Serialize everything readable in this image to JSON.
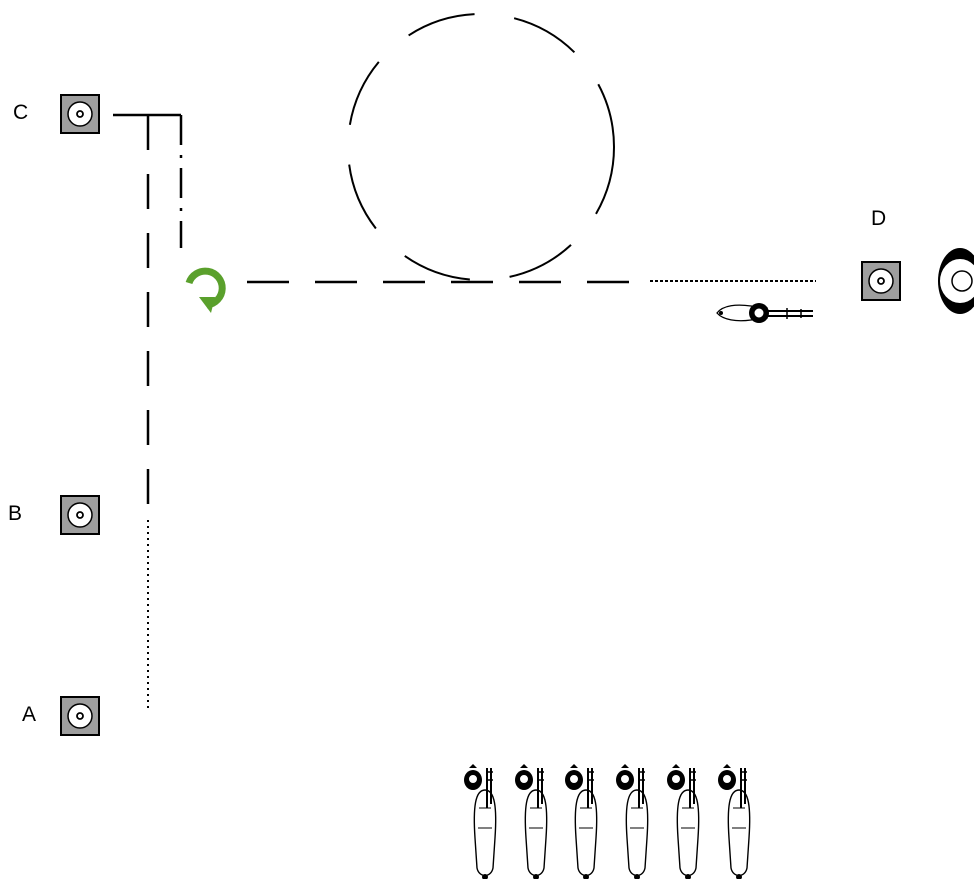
{
  "markers": [
    {
      "id": "A",
      "label": "A"
    },
    {
      "id": "B",
      "label": "B"
    },
    {
      "id": "C",
      "label": "C"
    },
    {
      "id": "D",
      "label": "D"
    }
  ],
  "icons": {
    "marker": "speaker-marker-icon",
    "turn": "rotate-arrow-icon",
    "car": "car-icon",
    "parked_car": "parked-car-icon",
    "vehicle_top": "vehicle-top-icon"
  },
  "colors": {
    "line": "#000000",
    "marker_fill": "#9e9e9e",
    "turn_arrow": "#5aa02c"
  }
}
